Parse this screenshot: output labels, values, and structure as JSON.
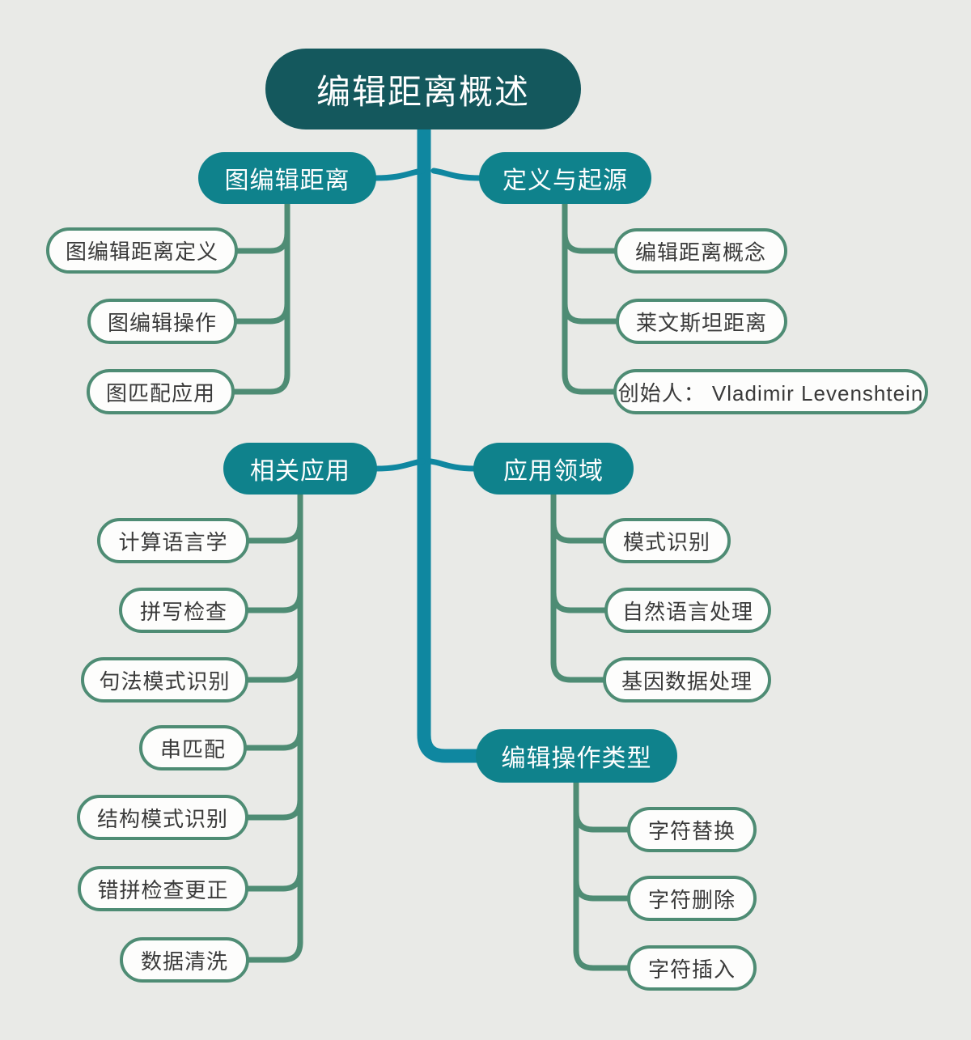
{
  "palette": {
    "background": "#e9eae7",
    "root-fill": "#14585d",
    "root-text": "#ffffff",
    "branch-fill": "#0f828c",
    "branch-text": "#ffffff",
    "primary-connector": "#0f87a0",
    "leaf-connector": "#4e8c74",
    "leaf-border": "#4e8c74",
    "leaf-fill": "#fdfdfc",
    "leaf-text": "#3a3a3a"
  },
  "root": {
    "label": "编辑距离概述"
  },
  "branches": [
    {
      "label": "图编辑距离",
      "children": [
        {
          "label": "图编辑距离定义"
        },
        {
          "label": "图编辑操作"
        },
        {
          "label": "图匹配应用"
        }
      ]
    },
    {
      "label": "定义与起源",
      "children": [
        {
          "label": "编辑距离概念"
        },
        {
          "label": "莱文斯坦距离"
        },
        {
          "label": "创始人： Vladimir Levenshtein"
        }
      ]
    },
    {
      "label": "相关应用",
      "children": [
        {
          "label": "计算语言学"
        },
        {
          "label": "拼写检查"
        },
        {
          "label": "句法模式识别"
        },
        {
          "label": "串匹配"
        },
        {
          "label": "结构模式识别"
        },
        {
          "label": "错拼检查更正"
        },
        {
          "label": "数据清洗"
        }
      ]
    },
    {
      "label": "应用领域",
      "children": [
        {
          "label": "模式识别"
        },
        {
          "label": "自然语言处理"
        },
        {
          "label": "基因数据处理"
        }
      ]
    },
    {
      "label": "编辑操作类型",
      "children": [
        {
          "label": "字符替换"
        },
        {
          "label": "字符删除"
        },
        {
          "label": "字符插入"
        }
      ]
    }
  ]
}
